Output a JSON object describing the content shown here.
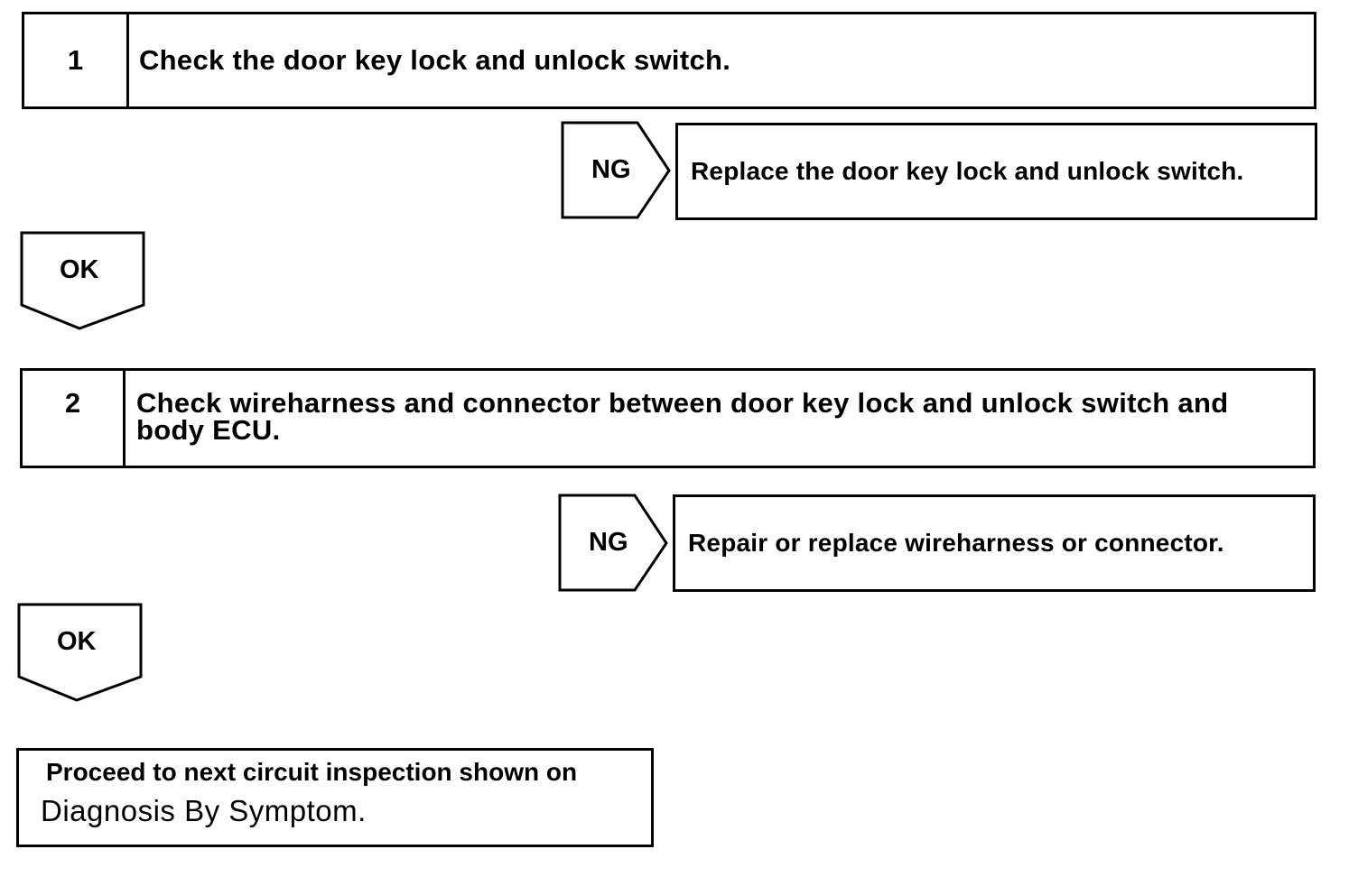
{
  "steps": [
    {
      "number": "1",
      "text": "Check the door key lock and unlock switch.",
      "ng_label": "NG",
      "ng_action": "Replace the door key lock and unlock switch.",
      "ok_label": "OK"
    },
    {
      "number": "2",
      "text_line1": "Check wireharness and connector between door key lock and unlock switch and",
      "text_line2": "body ECU.",
      "ng_label": "NG",
      "ng_action": "Repair or replace wireharness or connector.",
      "ok_label": "OK"
    }
  ],
  "final": {
    "line1": "Proceed to next circuit inspection shown on",
    "line2": "Diagnosis By Symptom."
  }
}
